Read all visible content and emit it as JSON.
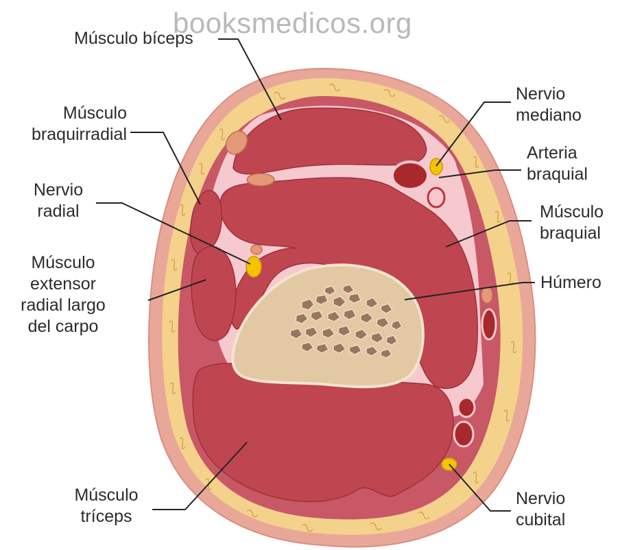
{
  "watermark": "booksmedicos.org",
  "labels": {
    "biceps": [
      "Músculo bíceps"
    ],
    "braquirradial": [
      "Músculo",
      "braquirradial"
    ],
    "nervio_radial": [
      "Nervio",
      "radial"
    ],
    "extensor": [
      "Músculo",
      "extensor",
      "radial largo",
      "del carpo"
    ],
    "triceps": [
      "Músculo",
      "tríceps"
    ],
    "nervio_mediano": [
      "Nervio",
      "mediano"
    ],
    "arteria_braquial": [
      "Arteria",
      "braquial"
    ],
    "braquial": [
      "Músculo",
      "braquial"
    ],
    "humero": [
      "Húmero"
    ],
    "nervio_cubital": [
      "Nervio",
      "cubital"
    ]
  },
  "colors": {
    "skin": "#e9a79a",
    "fat": "#f4d28c",
    "fascia": "#c85866",
    "muscle": "#bf4650",
    "connective": "#f6c9cf",
    "bone": "#e3c8a4",
    "marrow": "#9a7560",
    "nerve": "#f5c300",
    "artery": "#a9282c",
    "leader": "#222222"
  }
}
